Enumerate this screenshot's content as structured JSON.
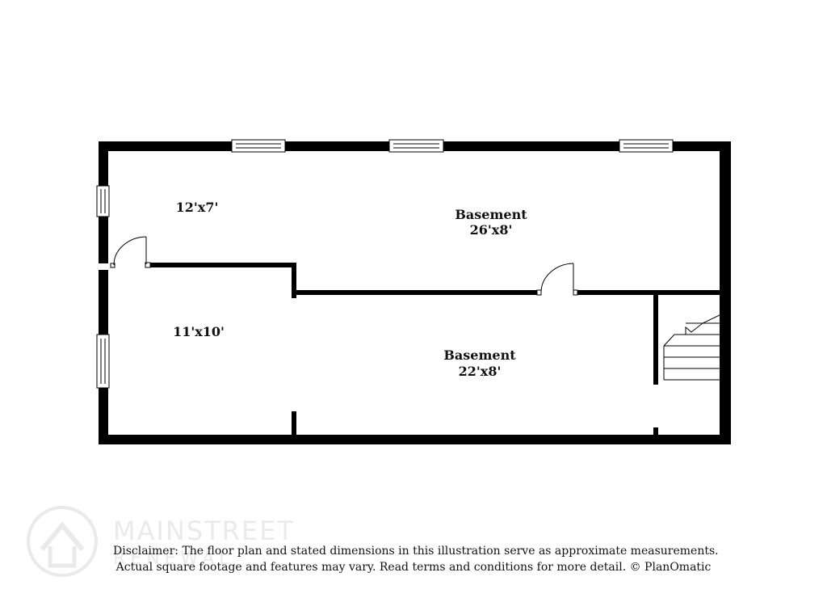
{
  "rooms": [
    {
      "name": "",
      "dimensions": "12'x7'"
    },
    {
      "name": "Basement",
      "dimensions": "26'x8'"
    },
    {
      "name": "",
      "dimensions": "11'x10'"
    },
    {
      "name": "Basement",
      "dimensions": "22'x8'"
    }
  ],
  "watermark": {
    "brand": "MAINSTREET",
    "sub": "RENEWAL",
    "icon": "house-logo-icon"
  },
  "disclaimer": {
    "line1": "Disclaimer: The floor plan and stated dimensions in this illustration serve as approximate measurements.",
    "line2": "Actual square footage and features may vary. Read terms and conditions for more detail. © PlanOmatic"
  },
  "colors": {
    "wall": "#000000",
    "watermark": "#d9d9d9"
  }
}
